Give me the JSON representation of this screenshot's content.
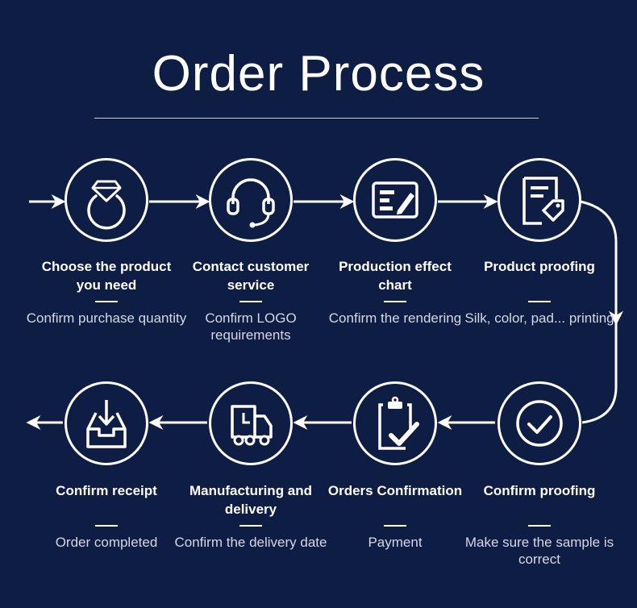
{
  "title": "Order Process",
  "steps": [
    {
      "title": "Choose the product you need",
      "desc": "Confirm purchase quantity",
      "icon": "ring-icon"
    },
    {
      "title": "Contact customer service",
      "desc": "Confirm LOGO requirements",
      "icon": "headset-icon"
    },
    {
      "title": "Production effect chart",
      "desc": "Confirm the rendering",
      "icon": "edit-document-icon"
    },
    {
      "title": "Product proofing",
      "desc": "Silk, color, pad... printing",
      "icon": "document-tag-icon"
    },
    {
      "title": "Confirm proofing",
      "desc": "Make sure the sample is correct",
      "icon": "checkmark-circle-icon"
    },
    {
      "title": "Orders Confirmation",
      "desc": "Payment",
      "icon": "clipboard-check-icon"
    },
    {
      "title": "Manufacturing and delivery",
      "desc": "Confirm the delivery date",
      "icon": "truck-icon"
    },
    {
      "title": "Confirm receipt",
      "desc": "Order completed",
      "icon": "inbox-download-icon"
    }
  ],
  "colors": {
    "background": "#0e1d44",
    "foreground": "#ffffff",
    "muted": "#d4d8e2"
  }
}
